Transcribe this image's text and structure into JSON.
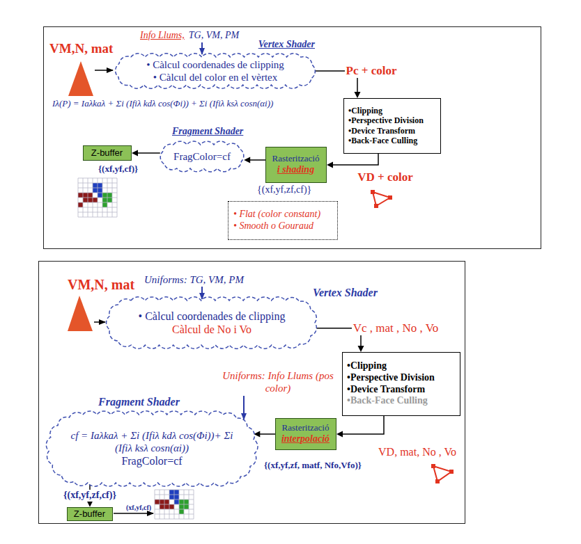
{
  "diagram": {
    "nodes": [
      {
        "text": [
          "VM,N, mat",
          "Info Llums,",
          "TG, VM, PM",
          "Iλ(P) = Iaλkaλ + Σi (Ifiλ kdλ cos(Φi)) + Σi (Ifiλ ksλ cosn(αi))",
          "{(xf,yf,zf,cf)}",
          "{(xf,yf,cf)}"
        ]
      },
      {
        "text": [
          "Vertex Shader",
          "• Càlcul coordenades de clipping",
          "• Càlcul del color en el vèrtex"
        ],
        "in": 0
      },
      {
        "text": [
          "•Clipping",
          "•Perspective Division",
          "•Device Transform",
          "•Back-Face Culling"
        ],
        "in": 0
      },
      {
        "text": [
          "Rasterització",
          "i shading"
        ],
        "in": 0
      },
      {
        "text": [
          "• Flat (color constant)",
          "• Smooth o Gouraud"
        ],
        "in": 0
      },
      {
        "text": [
          "Fragment Shader",
          "FragColor=cf"
        ],
        "in": 0
      },
      {
        "text": [
          "Z-buffer"
        ],
        "in": 0
      },
      {
        "text": [
          "VM,N, mat",
          "Uniforms: TG, VM, PM",
          "Uniforms: Info Llums (pos color)",
          "{(xf,yf,zf, matf, Nfo,Vfo)}",
          "(xf,yf,cf)"
        ]
      },
      {
        "text": [
          "Vertex Shader",
          "• Càlcul coordenades de clipping",
          "Càlcul de No i Vo"
        ],
        "in": 7
      },
      {
        "text": [
          "•Clipping",
          "•Perspective Division",
          "•Device Transform",
          "•Back-Face Culling"
        ],
        "in": 7
      },
      {
        "text": [
          "Rasterització",
          "interpolació"
        ],
        "in": 7
      },
      {
        "text": [
          "Fragment Shader",
          "cf = Iaλkaλ + Σi (Ifiλ kdλ cos(Φi))+ Σi (Ifiλ ksλ cosn(αi))",
          "FragColor=cf"
        ],
        "in": 7
      },
      {
        "text": [
          "Z-buffer"
        ],
        "in": 7
      }
    ],
    "edges": [
      {
        "from": 1,
        "to": 2,
        "arrow": "to",
        "label": "Pc + color"
      },
      {
        "from": 2,
        "to": 3,
        "arrow": "to",
        "label": "VD + color"
      },
      {
        "from": 3,
        "to": 5,
        "arrow": "to"
      },
      {
        "from": 5,
        "to": 6,
        "arrow": "to"
      },
      {
        "from": 8,
        "to": 9,
        "arrow": "to",
        "label": "Vc , mat , No , Vo"
      },
      {
        "from": 9,
        "to": 10,
        "arrow": "to",
        "label": "VD, mat, No , Vo"
      },
      {
        "from": 10,
        "to": 11,
        "arrow": "to"
      },
      {
        "from": 11,
        "to": 12,
        "arrow": "to",
        "label": "{(xf,yf,zf,cf)}"
      }
    ]
  }
}
